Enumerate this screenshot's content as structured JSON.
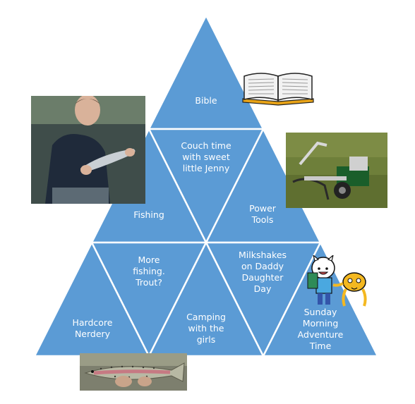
{
  "pyramid": {
    "fill_color": "#5b9bd5",
    "border_color": "#ffffff",
    "cells": [
      {
        "id": "bible",
        "label": "Bible"
      },
      {
        "id": "couch",
        "label": "Couch time\nwith sweet\nlittle Jenny"
      },
      {
        "id": "fishing",
        "label": "Fishing"
      },
      {
        "id": "power-tools",
        "label": "Power\nTools"
      },
      {
        "id": "more-fishing",
        "label": "More\nfishing.\nTrout?"
      },
      {
        "id": "milkshakes",
        "label": "Milkshakes\non Daddy\nDaughter\nDay"
      },
      {
        "id": "nerdery",
        "label": "Hardcore\nNerdery"
      },
      {
        "id": "camping",
        "label": "Camping\nwith the\ngirls"
      },
      {
        "id": "adventure-time",
        "label": "Sunday\nMorning\nAdventure\nTime"
      }
    ]
  },
  "images": [
    {
      "id": "bible-book",
      "icon": "open-book-icon"
    },
    {
      "id": "man-with-fish",
      "icon": "man-holding-fish-photo"
    },
    {
      "id": "pressure-washer",
      "icon": "pressure-washer-photo"
    },
    {
      "id": "finn-and-jake",
      "icon": "finn-and-jake-cartoon"
    },
    {
      "id": "trout",
      "icon": "rainbow-trout-photo"
    }
  ]
}
